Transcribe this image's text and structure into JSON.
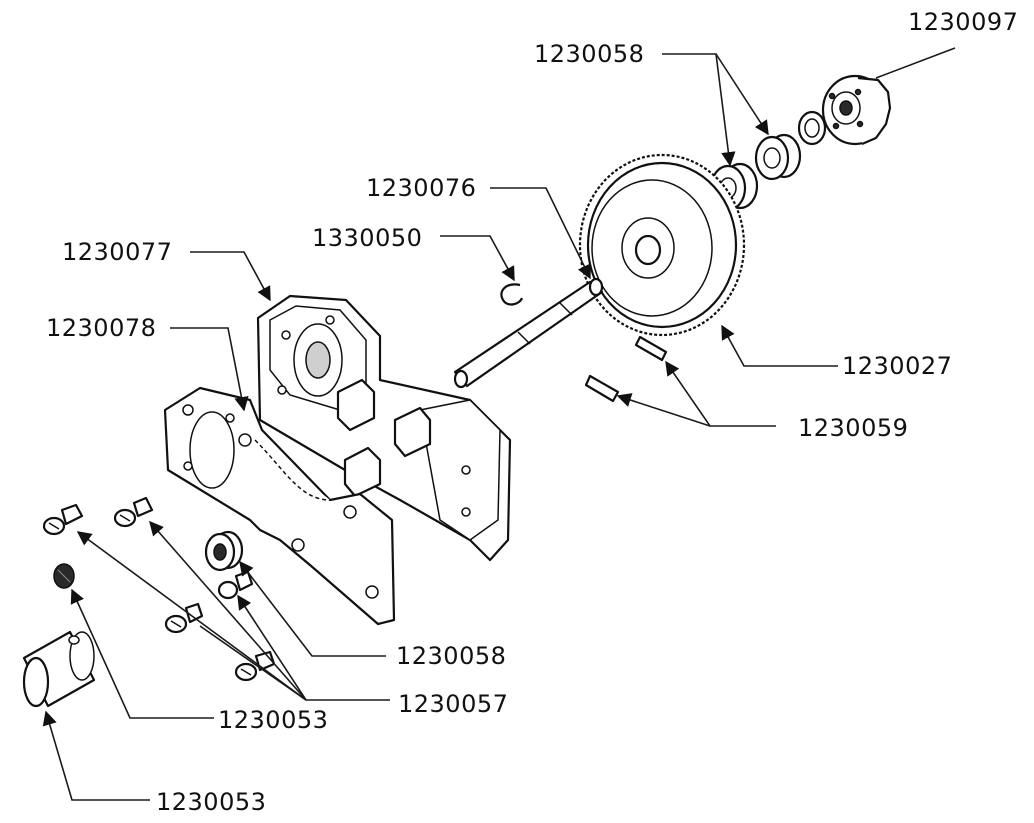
{
  "diagram": {
    "labels": [
      {
        "id": "l-1230097",
        "text": "1230097"
      },
      {
        "id": "l-1230058-top",
        "text": "1230058"
      },
      {
        "id": "l-1230076",
        "text": "1230076"
      },
      {
        "id": "l-1330050",
        "text": "1330050"
      },
      {
        "id": "l-1230077",
        "text": "1230077"
      },
      {
        "id": "l-1230078",
        "text": "1230078"
      },
      {
        "id": "l-1230027",
        "text": "1230027"
      },
      {
        "id": "l-1230059",
        "text": "1230059"
      },
      {
        "id": "l-1230058-bottom",
        "text": "1230058"
      },
      {
        "id": "l-1230057",
        "text": "1230057"
      },
      {
        "id": "l-1230053-a",
        "text": "1230053"
      },
      {
        "id": "l-1230053-b",
        "text": "1230053"
      }
    ]
  }
}
